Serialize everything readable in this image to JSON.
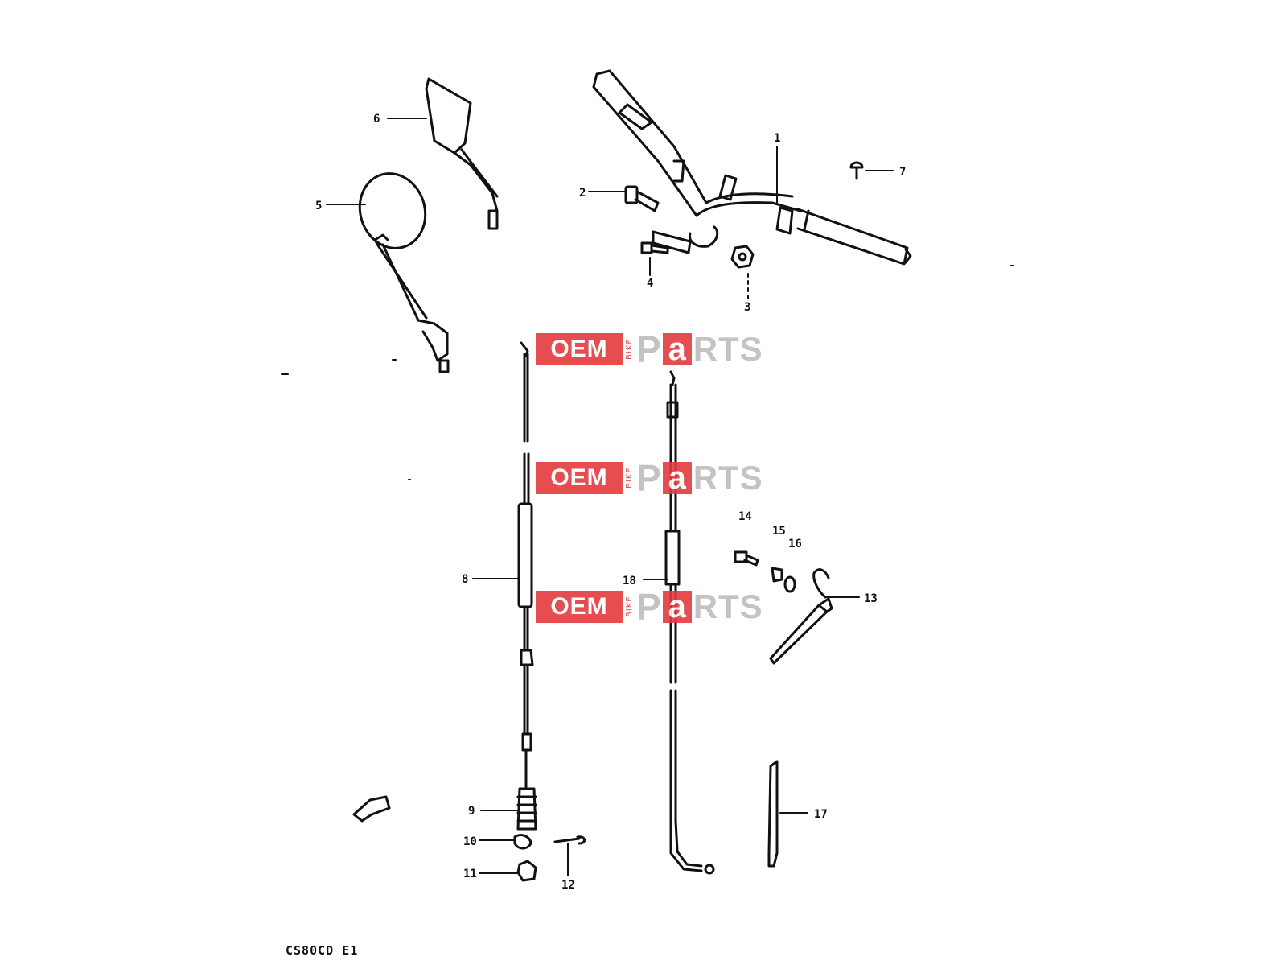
{
  "diagram": {
    "caption": "CS80CD E1",
    "callouts": [
      "1",
      "2",
      "3",
      "4",
      "5",
      "6",
      "7",
      "8",
      "9",
      "10",
      "11",
      "12",
      "13",
      "14",
      "15",
      "16",
      "17",
      "18"
    ]
  },
  "watermark": {
    "oem": "OEM",
    "bike": "BIKE",
    "p": "P",
    "a": "a",
    "rts": "RTS"
  },
  "colors": {
    "line": "#111111",
    "watermark_red": "#e33a3f",
    "watermark_gray": "#bdbdbd"
  }
}
